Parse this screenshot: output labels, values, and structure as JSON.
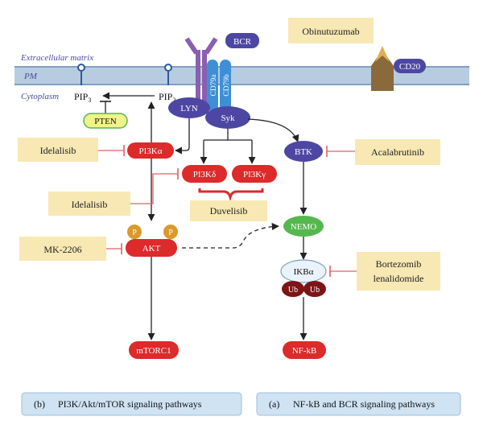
{
  "colors": {
    "membrane": "#b7cce0",
    "membrane_line": "#7f9fc1",
    "label_italic": "#4a4aa0",
    "drug_box": "#f7e8b4",
    "red_node": "#dd2a2a",
    "purple_node": "#4d47a3",
    "green_node": "#55b84e",
    "dark_red_node": "#7d1515",
    "pten_fill": "#f2f28a",
    "phospho": "#d99a2a",
    "bcr_purple": "#8a5fb0",
    "cd79_blue": "#3f8fd6",
    "inhibit_red": "#e06060",
    "legend_fill": "#cfe3f3",
    "cd20_brown": "#8a6a3a",
    "obinutuzumab_gold": "#e0b050"
  },
  "regions": {
    "extracellular": "Extracellular matrix",
    "pm": "PM",
    "cytoplasm": "Cytoplasm"
  },
  "receptors": {
    "bcr": "BCR",
    "cd79a": "CD79a",
    "cd79b": "CD79b",
    "cd20": "CD20"
  },
  "lipids": {
    "pip3_base": "PIP",
    "pip3_sub": "3",
    "pip2_base": "PIP",
    "pip2_sub": "2"
  },
  "nodes": {
    "lyn": "LYN",
    "syk": "Syk",
    "pten": "PTEN",
    "pi3ka": "PI3Kα",
    "pi3kd": "PI3Kδ",
    "pi3kg": "PI3Kγ",
    "akt": "AKT",
    "p1": "P",
    "p2": "P",
    "mtorc1": "mTORC1",
    "btk": "BTK",
    "nemo": "NEMO",
    "ikba": "IKBα",
    "ub1": "Ub",
    "ub2": "Ub",
    "nfkb": "NF-kB"
  },
  "drugs": {
    "obinutuzumab": "Obinutuzumab",
    "idelalisib_1": "Idelalisib",
    "idelalisib_2": "Idelalisib",
    "duvelisib": "Duvelisib",
    "mk2206": "MK-2206",
    "acalabrutinib": "Acalabrutinib",
    "bortezomib": "Bortezomib",
    "lenalidomide": "lenalidomide"
  },
  "legend": {
    "b_letter": "(b)",
    "b_text": "PI3K/Akt/mTOR signaling pathways",
    "a_letter": "(a)",
    "a_text": "NF-kB and BCR signaling pathways"
  }
}
